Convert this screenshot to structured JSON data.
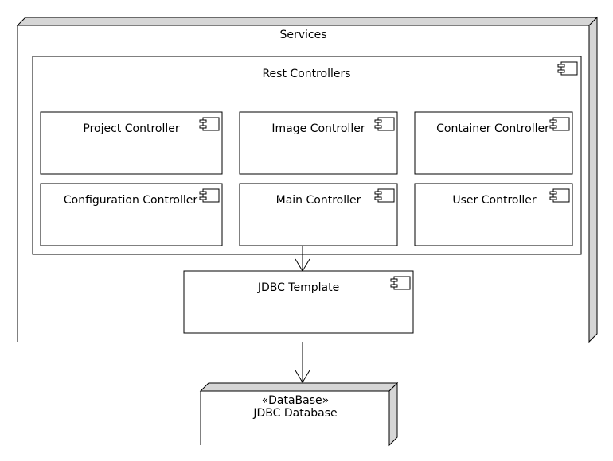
{
  "services": {
    "title": "Services"
  },
  "rest_controllers": {
    "title": "Rest Controllers",
    "items": [
      "Project Controller",
      "Image Controller",
      "Container Controller",
      "Configuration Controller",
      "Main Controller",
      "User Controller"
    ]
  },
  "jdbc_template": {
    "title": "JDBC Template"
  },
  "database": {
    "stereotype": "«DataBase»",
    "title": "JDBC Database"
  },
  "colors": {
    "line": "#000000",
    "node_side": "#d6d6d6",
    "fill": "#ffffff"
  },
  "icons": [
    "component-icon",
    "arrow-down-icon"
  ]
}
